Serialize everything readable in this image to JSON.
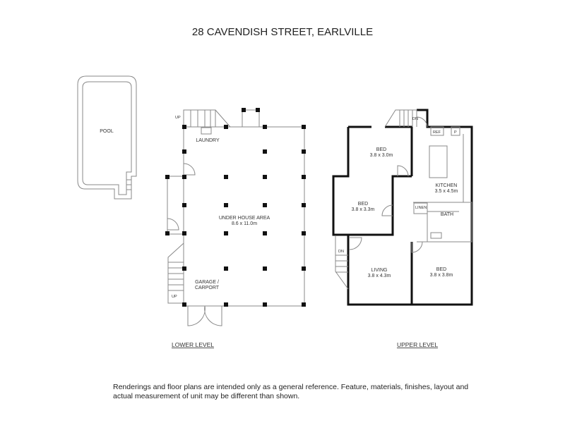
{
  "title": "28 CAVENDISH STREET, EARLVILLE",
  "lower_level": {
    "label": "LOWER LEVEL",
    "pool": "POOL",
    "laundry": "LAUNDRY",
    "under_house_area": {
      "name": "UNDER HOUSE AREA",
      "size": "8.6 x 11.0m"
    },
    "garage_line1": "GARAGE /",
    "garage_line2": "CARPORT",
    "stair_top": "UP",
    "stair_bottom": "UP"
  },
  "upper_level": {
    "label": "UPPER LEVEL",
    "bed1": {
      "name": "BED",
      "size": "3.8 x 3.0m"
    },
    "bed2": {
      "name": "BED",
      "size": "3.8 x 3.3m"
    },
    "kitchen": {
      "name": "KITCHEN",
      "size": "3.5 x 4.5m"
    },
    "living": {
      "name": "LIVING",
      "size": "3.8 x 4.3m"
    },
    "bed3": {
      "name": "BED",
      "size": "3.8 x 3.8m"
    },
    "linen": "LINEN",
    "bath": "BATH",
    "ref": "REF",
    "pantry": "P",
    "stair_top": "DN",
    "stair_left": "DN"
  },
  "disclaimer": "Renderings and floor plans are intended only as a general reference. Feature, materials, finishes, layout and actual measurement of unit may be different than shown."
}
